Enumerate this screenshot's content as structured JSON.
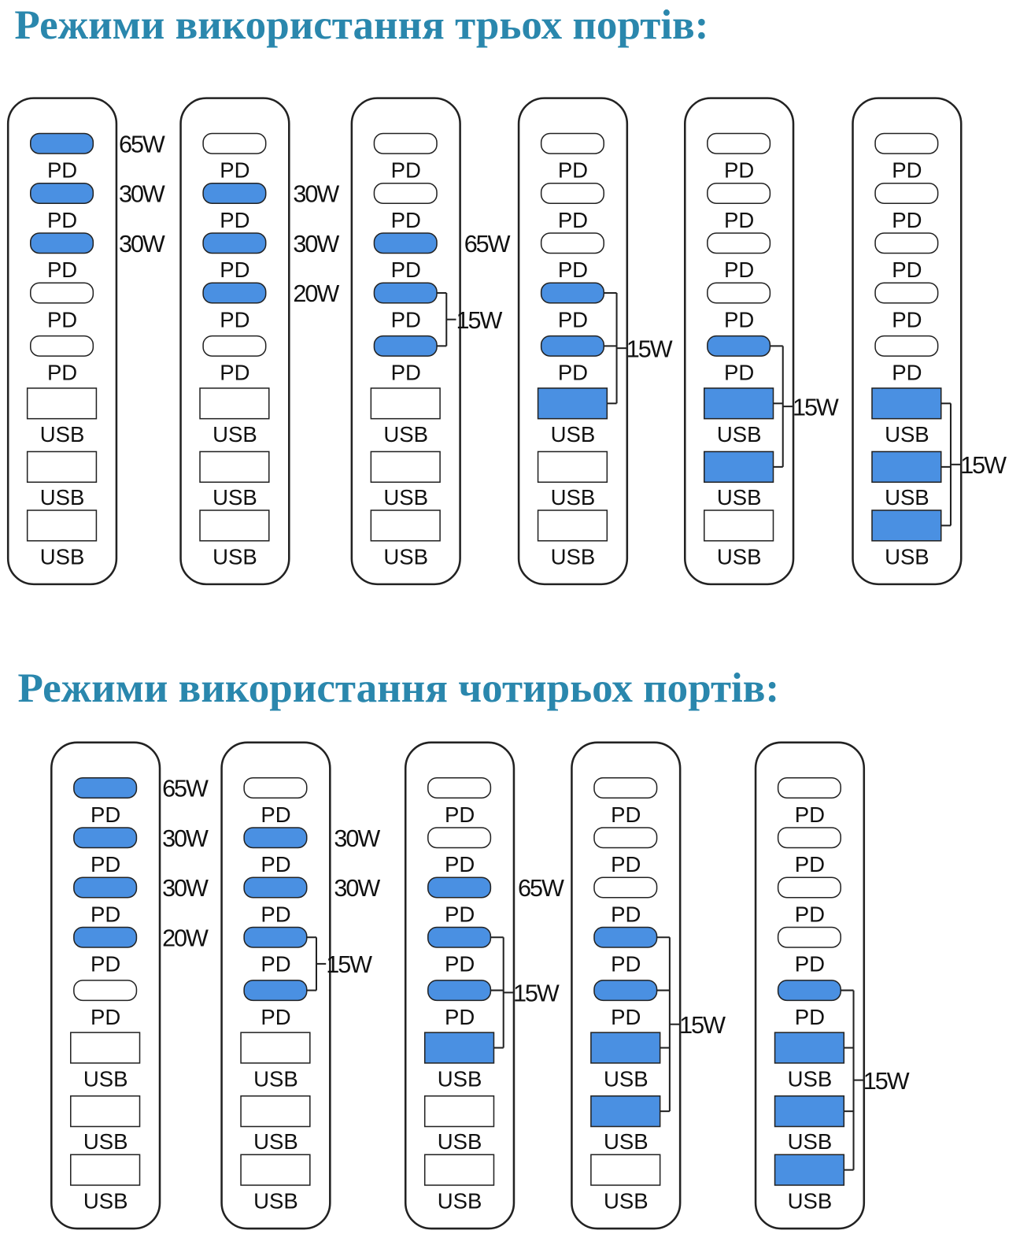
{
  "colors": {
    "title": "#2a87ad",
    "active_port": "#4a90e2",
    "outline": "#222222"
  },
  "sections": [
    {
      "title": "Режими використання трьох портів:",
      "devices": [
        {
          "ports": [
            "PD",
            "PD",
            "PD",
            "PD",
            "PD",
            "USB",
            "USB",
            "USB"
          ],
          "active": [
            0,
            1,
            2
          ],
          "watts": [
            {
              "port": 0,
              "label": "65W"
            },
            {
              "port": 1,
              "label": "30W"
            },
            {
              "port": 2,
              "label": "30W"
            }
          ],
          "group": null
        },
        {
          "ports": [
            "PD",
            "PD",
            "PD",
            "PD",
            "PD",
            "USB",
            "USB",
            "USB"
          ],
          "active": [
            1,
            2,
            3
          ],
          "watts": [
            {
              "port": 1,
              "label": "30W"
            },
            {
              "port": 2,
              "label": "30W"
            },
            {
              "port": 3,
              "label": "20W"
            }
          ],
          "group": null
        },
        {
          "ports": [
            "PD",
            "PD",
            "PD",
            "PD",
            "PD",
            "USB",
            "USB",
            "USB"
          ],
          "active": [
            2,
            3,
            4
          ],
          "watts": [
            {
              "port": 2,
              "label": "65W"
            }
          ],
          "group": {
            "ports": [
              3,
              4
            ],
            "label": "15W"
          }
        },
        {
          "ports": [
            "PD",
            "PD",
            "PD",
            "PD",
            "PD",
            "USB",
            "USB",
            "USB"
          ],
          "active": [
            3,
            4,
            5
          ],
          "watts": [],
          "group": {
            "ports": [
              3,
              4,
              5
            ],
            "label": "15W"
          }
        },
        {
          "ports": [
            "PD",
            "PD",
            "PD",
            "PD",
            "PD",
            "USB",
            "USB",
            "USB"
          ],
          "active": [
            4,
            5,
            6
          ],
          "watts": [],
          "group": {
            "ports": [
              4,
              5,
              6
            ],
            "label": "15W"
          }
        },
        {
          "ports": [
            "PD",
            "PD",
            "PD",
            "PD",
            "PD",
            "USB",
            "USB",
            "USB"
          ],
          "active": [
            5,
            6,
            7
          ],
          "watts": [],
          "group": {
            "ports": [
              5,
              6,
              7
            ],
            "label": "15W"
          }
        }
      ]
    },
    {
      "title": "Режими використання чотирьох портів:",
      "devices": [
        {
          "ports": [
            "PD",
            "PD",
            "PD",
            "PD",
            "PD",
            "USB",
            "USB",
            "USB"
          ],
          "active": [
            0,
            1,
            2,
            3
          ],
          "watts": [
            {
              "port": 0,
              "label": "65W"
            },
            {
              "port": 1,
              "label": "30W"
            },
            {
              "port": 2,
              "label": "30W"
            },
            {
              "port": 3,
              "label": "20W"
            }
          ],
          "group": null
        },
        {
          "ports": [
            "PD",
            "PD",
            "PD",
            "PD",
            "PD",
            "USB",
            "USB",
            "USB"
          ],
          "active": [
            1,
            2,
            3,
            4
          ],
          "watts": [
            {
              "port": 1,
              "label": "30W"
            },
            {
              "port": 2,
              "label": "30W"
            }
          ],
          "group": {
            "ports": [
              3,
              4
            ],
            "label": "15W"
          }
        },
        {
          "ports": [
            "PD",
            "PD",
            "PD",
            "PD",
            "PD",
            "USB",
            "USB",
            "USB"
          ],
          "active": [
            2,
            3,
            4,
            5
          ],
          "watts": [
            {
              "port": 2,
              "label": "65W"
            }
          ],
          "group": {
            "ports": [
              3,
              4,
              5
            ],
            "label": "15W"
          }
        },
        {
          "ports": [
            "PD",
            "PD",
            "PD",
            "PD",
            "PD",
            "USB",
            "USB",
            "USB"
          ],
          "active": [
            3,
            4,
            5,
            6
          ],
          "watts": [],
          "group": {
            "ports": [
              3,
              4,
              5,
              6
            ],
            "label": "15W"
          }
        },
        {
          "ports": [
            "PD",
            "PD",
            "PD",
            "PD",
            "PD",
            "USB",
            "USB",
            "USB"
          ],
          "active": [
            4,
            5,
            6,
            7
          ],
          "watts": [],
          "group": {
            "ports": [
              4,
              5,
              6,
              7
            ],
            "label": "15W"
          }
        }
      ]
    }
  ]
}
